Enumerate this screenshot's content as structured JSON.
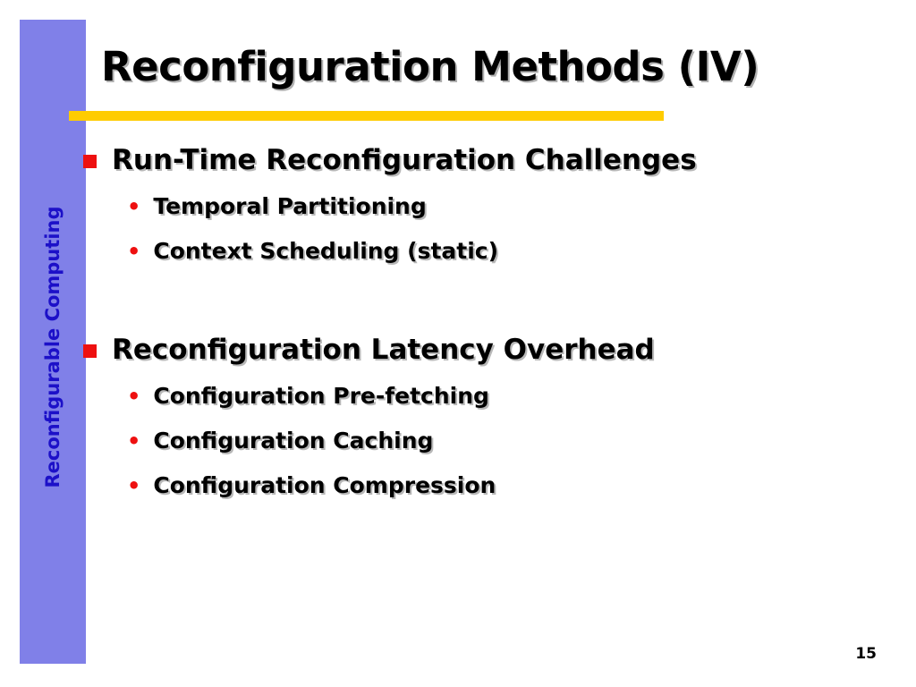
{
  "sidebar": {
    "label": "Reconfigurable Computing"
  },
  "title": "Reconfiguration Methods (IV)",
  "bullets": [
    {
      "text": "Run-Time Reconfiguration Challenges",
      "sub": [
        "Temporal Partitioning",
        "Context Scheduling (static)"
      ]
    },
    {
      "text": "Reconfiguration Latency Overhead",
      "sub": [
        "Configuration Pre-fetching",
        "Configuration Caching",
        "Configuration Compression"
      ]
    }
  ],
  "slide_number": "15",
  "colors": {
    "sidebar": "#8080e8",
    "sidebar_text": "#1c10c8",
    "title_rule": "#ffcc00",
    "bullet_marker": "#ee1010"
  }
}
